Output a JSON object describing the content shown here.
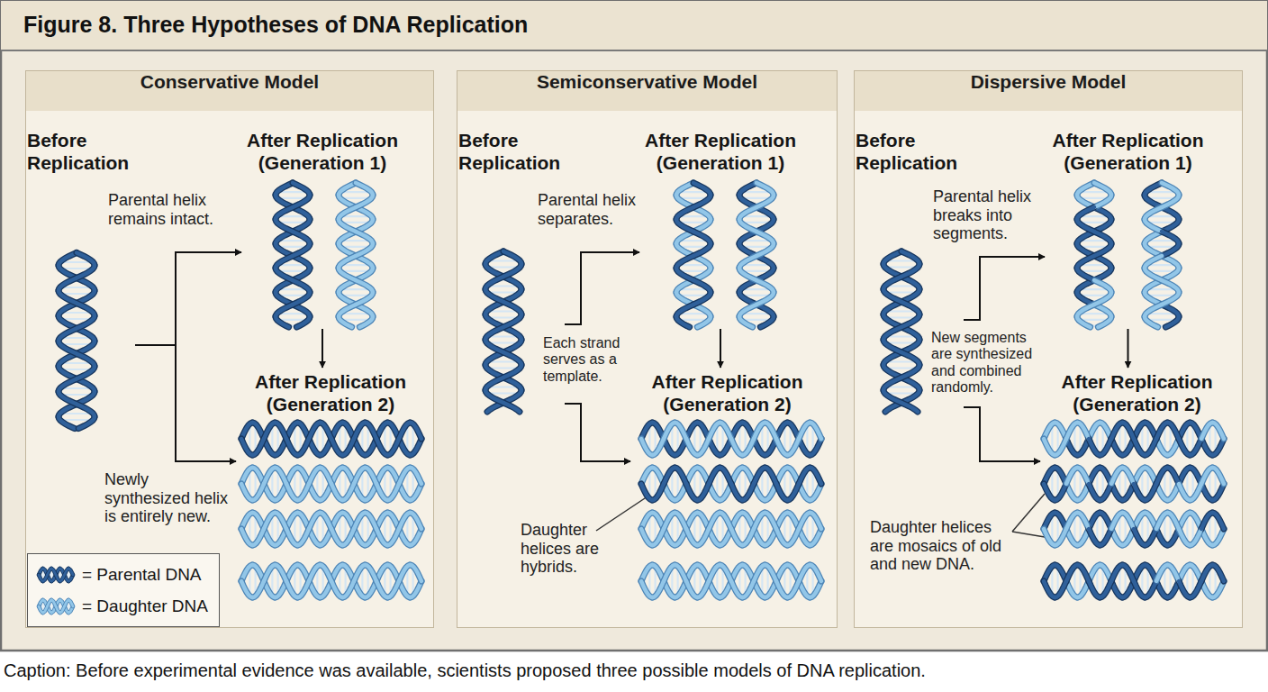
{
  "diagram": {
    "title": "Figure 8. Three Hypotheses of DNA Replication",
    "caption": "Caption: Before experimental evidence was available, scientists proposed three possible models of DNA replication.",
    "nodes": [
      {
        "text": [
          "Conservative Model"
        ]
      },
      {
        "text": [
          "Before Replication"
        ],
        "in": 0
      },
      {
        "text": [
          "After Replication (Generation 1)"
        ],
        "in": 0
      },
      {
        "text": [
          "After Replication (Generation 2)"
        ],
        "in": 0
      },
      {
        "text": [
          "Semiconservative Model"
        ]
      },
      {
        "text": [
          "Before Replication"
        ],
        "in": 4
      },
      {
        "text": [
          "After Replication (Generation 1)"
        ],
        "in": 4
      },
      {
        "text": [
          "After Replication (Generation 2)"
        ],
        "in": 4
      },
      {
        "text": [
          "Dispersive Model"
        ]
      },
      {
        "text": [
          "Before Replication"
        ],
        "in": 8
      },
      {
        "text": [
          "After Replication (Generation 1)"
        ],
        "in": 8
      },
      {
        "text": [
          "After Replication (Generation 2)"
        ],
        "in": 8
      }
    ],
    "edges": [
      {
        "from": 1,
        "to": 2,
        "arrow": "to"
      },
      {
        "from": 1,
        "to": 3,
        "arrow": "to"
      },
      {
        "from": 2,
        "to": 3,
        "arrow": "to"
      },
      {
        "from": 5,
        "to": 6,
        "arrow": "to"
      },
      {
        "from": 5,
        "to": 7,
        "arrow": "to"
      },
      {
        "from": 6,
        "to": 7,
        "arrow": "to"
      },
      {
        "from": 9,
        "to": 10,
        "arrow": "to"
      },
      {
        "from": 9,
        "to": 11,
        "arrow": "to"
      },
      {
        "from": 10,
        "to": 11,
        "arrow": "to"
      }
    ],
    "labels": [
      "Parental helix remains intact.",
      "Newly synthesized helix is entirely new.",
      "Parental helix separates.",
      "Each strand serves as a template.",
      "Daughter helices are hybrids.",
      "Parental helix breaks into segments.",
      "New segments are synthesized and combined randomly.",
      "Daughter helices are mosaics of old and new DNA."
    ],
    "legend": [
      {
        "text": "= Parental DNA"
      },
      {
        "text": "= Daughter DNA"
      }
    ]
  }
}
